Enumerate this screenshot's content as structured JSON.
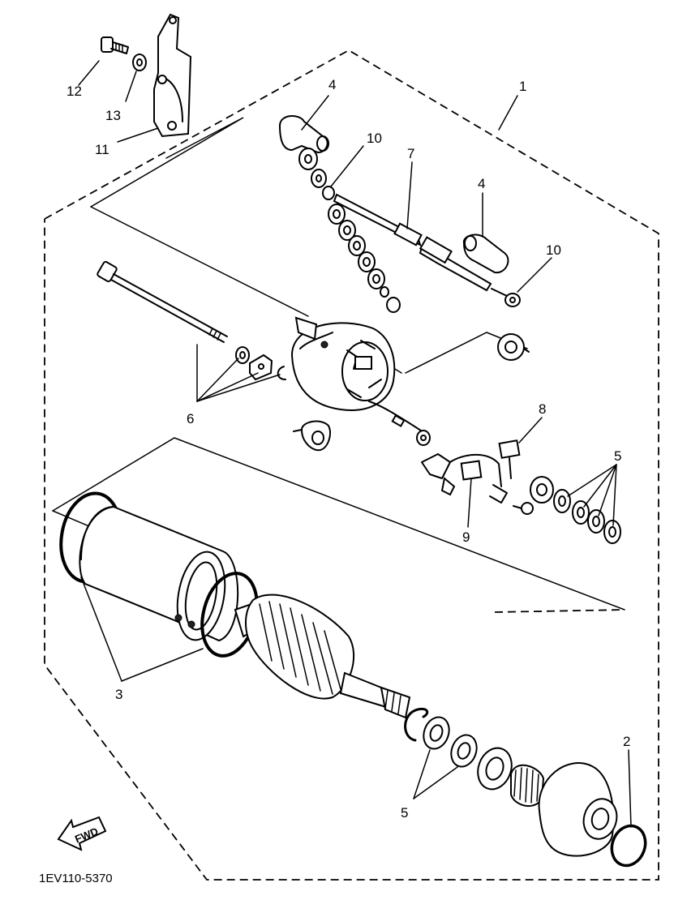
{
  "callouts": [
    {
      "id": "c1",
      "text": "1"
    },
    {
      "id": "c2",
      "text": "2"
    },
    {
      "id": "c3",
      "text": "3"
    },
    {
      "id": "c4a",
      "text": "4"
    },
    {
      "id": "c4b",
      "text": "4"
    },
    {
      "id": "c5a",
      "text": "5"
    },
    {
      "id": "c5b",
      "text": "5"
    },
    {
      "id": "c6",
      "text": "6"
    },
    {
      "id": "c7",
      "text": "7"
    },
    {
      "id": "c8",
      "text": "8"
    },
    {
      "id": "c9",
      "text": "9"
    },
    {
      "id": "c10a",
      "text": "10"
    },
    {
      "id": "c10b",
      "text": "10"
    },
    {
      "id": "c11",
      "text": "11"
    },
    {
      "id": "c12",
      "text": "12"
    },
    {
      "id": "c13",
      "text": "13"
    }
  ],
  "fwd_label": "FWD",
  "drawing_code": "1EV110-5370",
  "icons": {
    "fwd_arrow": "fwd-arrow-icon"
  }
}
